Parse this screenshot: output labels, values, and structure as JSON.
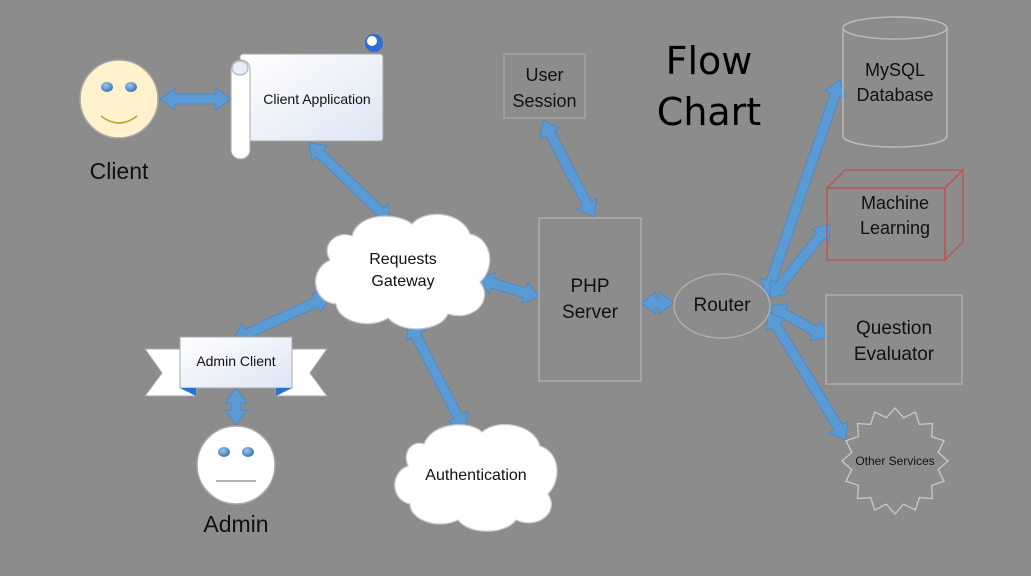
{
  "title": {
    "line1": "Flow",
    "line2": "Chart"
  },
  "actors": {
    "client": "Client",
    "admin": "Admin"
  },
  "nodes": {
    "client_application": "Client Application",
    "admin_client": "Admin Client",
    "requests_gateway": {
      "line1": "Requests",
      "line2": "Gateway"
    },
    "authentication": "Authentication",
    "user_session": {
      "line1": "User",
      "line2": "Session"
    },
    "php_server": {
      "line1": "PHP",
      "line2": "Server"
    },
    "router": "Router",
    "mysql_database": {
      "line1": "MySQL",
      "line2": "Database"
    },
    "machine_learning": {
      "line1": "Machine",
      "line2": "Learning"
    },
    "question_evaluator": {
      "line1": "Question",
      "line2": "Evaluator"
    },
    "other_services": "Other Services"
  },
  "colors": {
    "background": "#8c8c8c",
    "arrow": "#5b9bd5",
    "shape_fill": "#ffffff",
    "shape_stroke": "#a8a8a8",
    "machine_learning_stroke": "#c0504d",
    "face_fill": "#fff2cc"
  }
}
